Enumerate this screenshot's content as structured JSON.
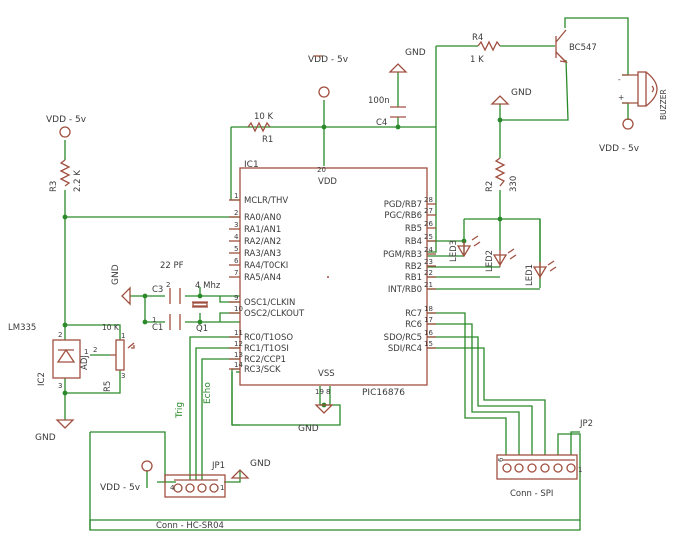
{
  "power": {
    "vdd_top": "VDD - 5v",
    "gnd_top": "GND",
    "vdd_left": "VDD - 5v",
    "vdd_buzzer": "VDD - 5v",
    "gnd_led": "GND",
    "gnd_bottom_left": "GND",
    "gnd_osc": "GND",
    "gnd_vss": "GND",
    "vdd_conn": "VDD - 5v",
    "gnd_conn": "GND"
  },
  "parts": {
    "r1_value": "10 K",
    "r1_name": "R1",
    "r3_name": "R3",
    "r3_value": "2.2 K",
    "r4_name": "R4",
    "r4_value": "1 K",
    "r2_name": "R2",
    "r2_value": "330",
    "r5_name": "R5",
    "r5_value": "10 K",
    "c4_value": "100n",
    "c4_name": "C4",
    "c3_name": "C3",
    "c1_name": "C1",
    "c_value": "22 PF",
    "xtal_value": "4 Mhz",
    "xtal_name": "Q1",
    "transistor": "BC547",
    "buzzer": "BUZZER",
    "ic1_name": "IC1",
    "ic1_part": "PIC16876",
    "ic2_name": "IC2",
    "ic2_part": "ADJ",
    "ic2_label": "LM335",
    "led1": "LED1",
    "led2": "LED2",
    "led3": "LED3",
    "jp1": "JP1",
    "jp1_label": "Conn - HC-SR04",
    "jp2": "JP2",
    "jp2_label": "Conn - SPI",
    "trig": "Trig",
    "echo": "Echo"
  },
  "ic_pins": {
    "vdd": "VDD",
    "vss": "VSS",
    "left": [
      "MCLR/THV",
      "RA0/AN0",
      "RA1/AN1",
      "RA2/AN2",
      "RA3/AN3",
      "RA4/T0CKI",
      "RA5/AN4",
      "OSC1/CLKIN",
      "OSC2/CLKOUT",
      "RC0/T1OSO",
      "RC1/T1OSI",
      "RC2/CCP1",
      "RC3/SCK"
    ],
    "left_nums": [
      "1",
      "2",
      "3",
      "4",
      "5",
      "6",
      "7",
      "9",
      "10",
      "11",
      "12",
      "13",
      "14"
    ],
    "right": [
      "PGD/RB7",
      "PGC/RB6",
      "RB5",
      "RB4",
      "PGM/RB3",
      "RB2",
      "RB1",
      "INT/RB0",
      "RC7",
      "RC6",
      "SDO/RC5",
      "SDI/RC4"
    ],
    "right_nums": [
      "28",
      "27",
      "26",
      "25",
      "24",
      "23",
      "22",
      "21",
      "18",
      "17",
      "16",
      "15"
    ],
    "vdd_num": "20",
    "vss_nums": [
      "19",
      "8"
    ]
  },
  "pin_marks": {
    "r5_pins": [
      "1",
      "2",
      "3"
    ],
    "ic2_pins": [
      "2",
      "1",
      "3"
    ],
    "jp1_pins": [
      "4",
      "1"
    ],
    "jp2_pins": [
      "6",
      "1"
    ],
    "c_pins": [
      "2",
      "1"
    ]
  }
}
